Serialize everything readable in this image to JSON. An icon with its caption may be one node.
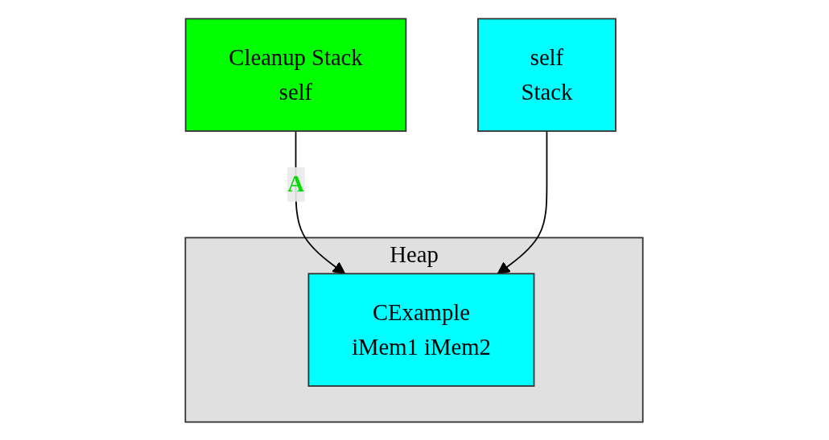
{
  "diagram": {
    "nodes": [
      {
        "text": [
          "Cleanup Stack",
          "self"
        ]
      },
      {
        "text": [
          "self",
          "Stack"
        ]
      },
      {
        "text": [
          "Heap"
        ]
      },
      {
        "text": [
          "CExample",
          "iMem1 iMem2"
        ],
        "in": 2
      }
    ],
    "edges": [
      {
        "from": 0,
        "to": 3,
        "arrow": "to",
        "label": "A"
      },
      {
        "from": 1,
        "to": 3,
        "arrow": "to"
      }
    ]
  }
}
